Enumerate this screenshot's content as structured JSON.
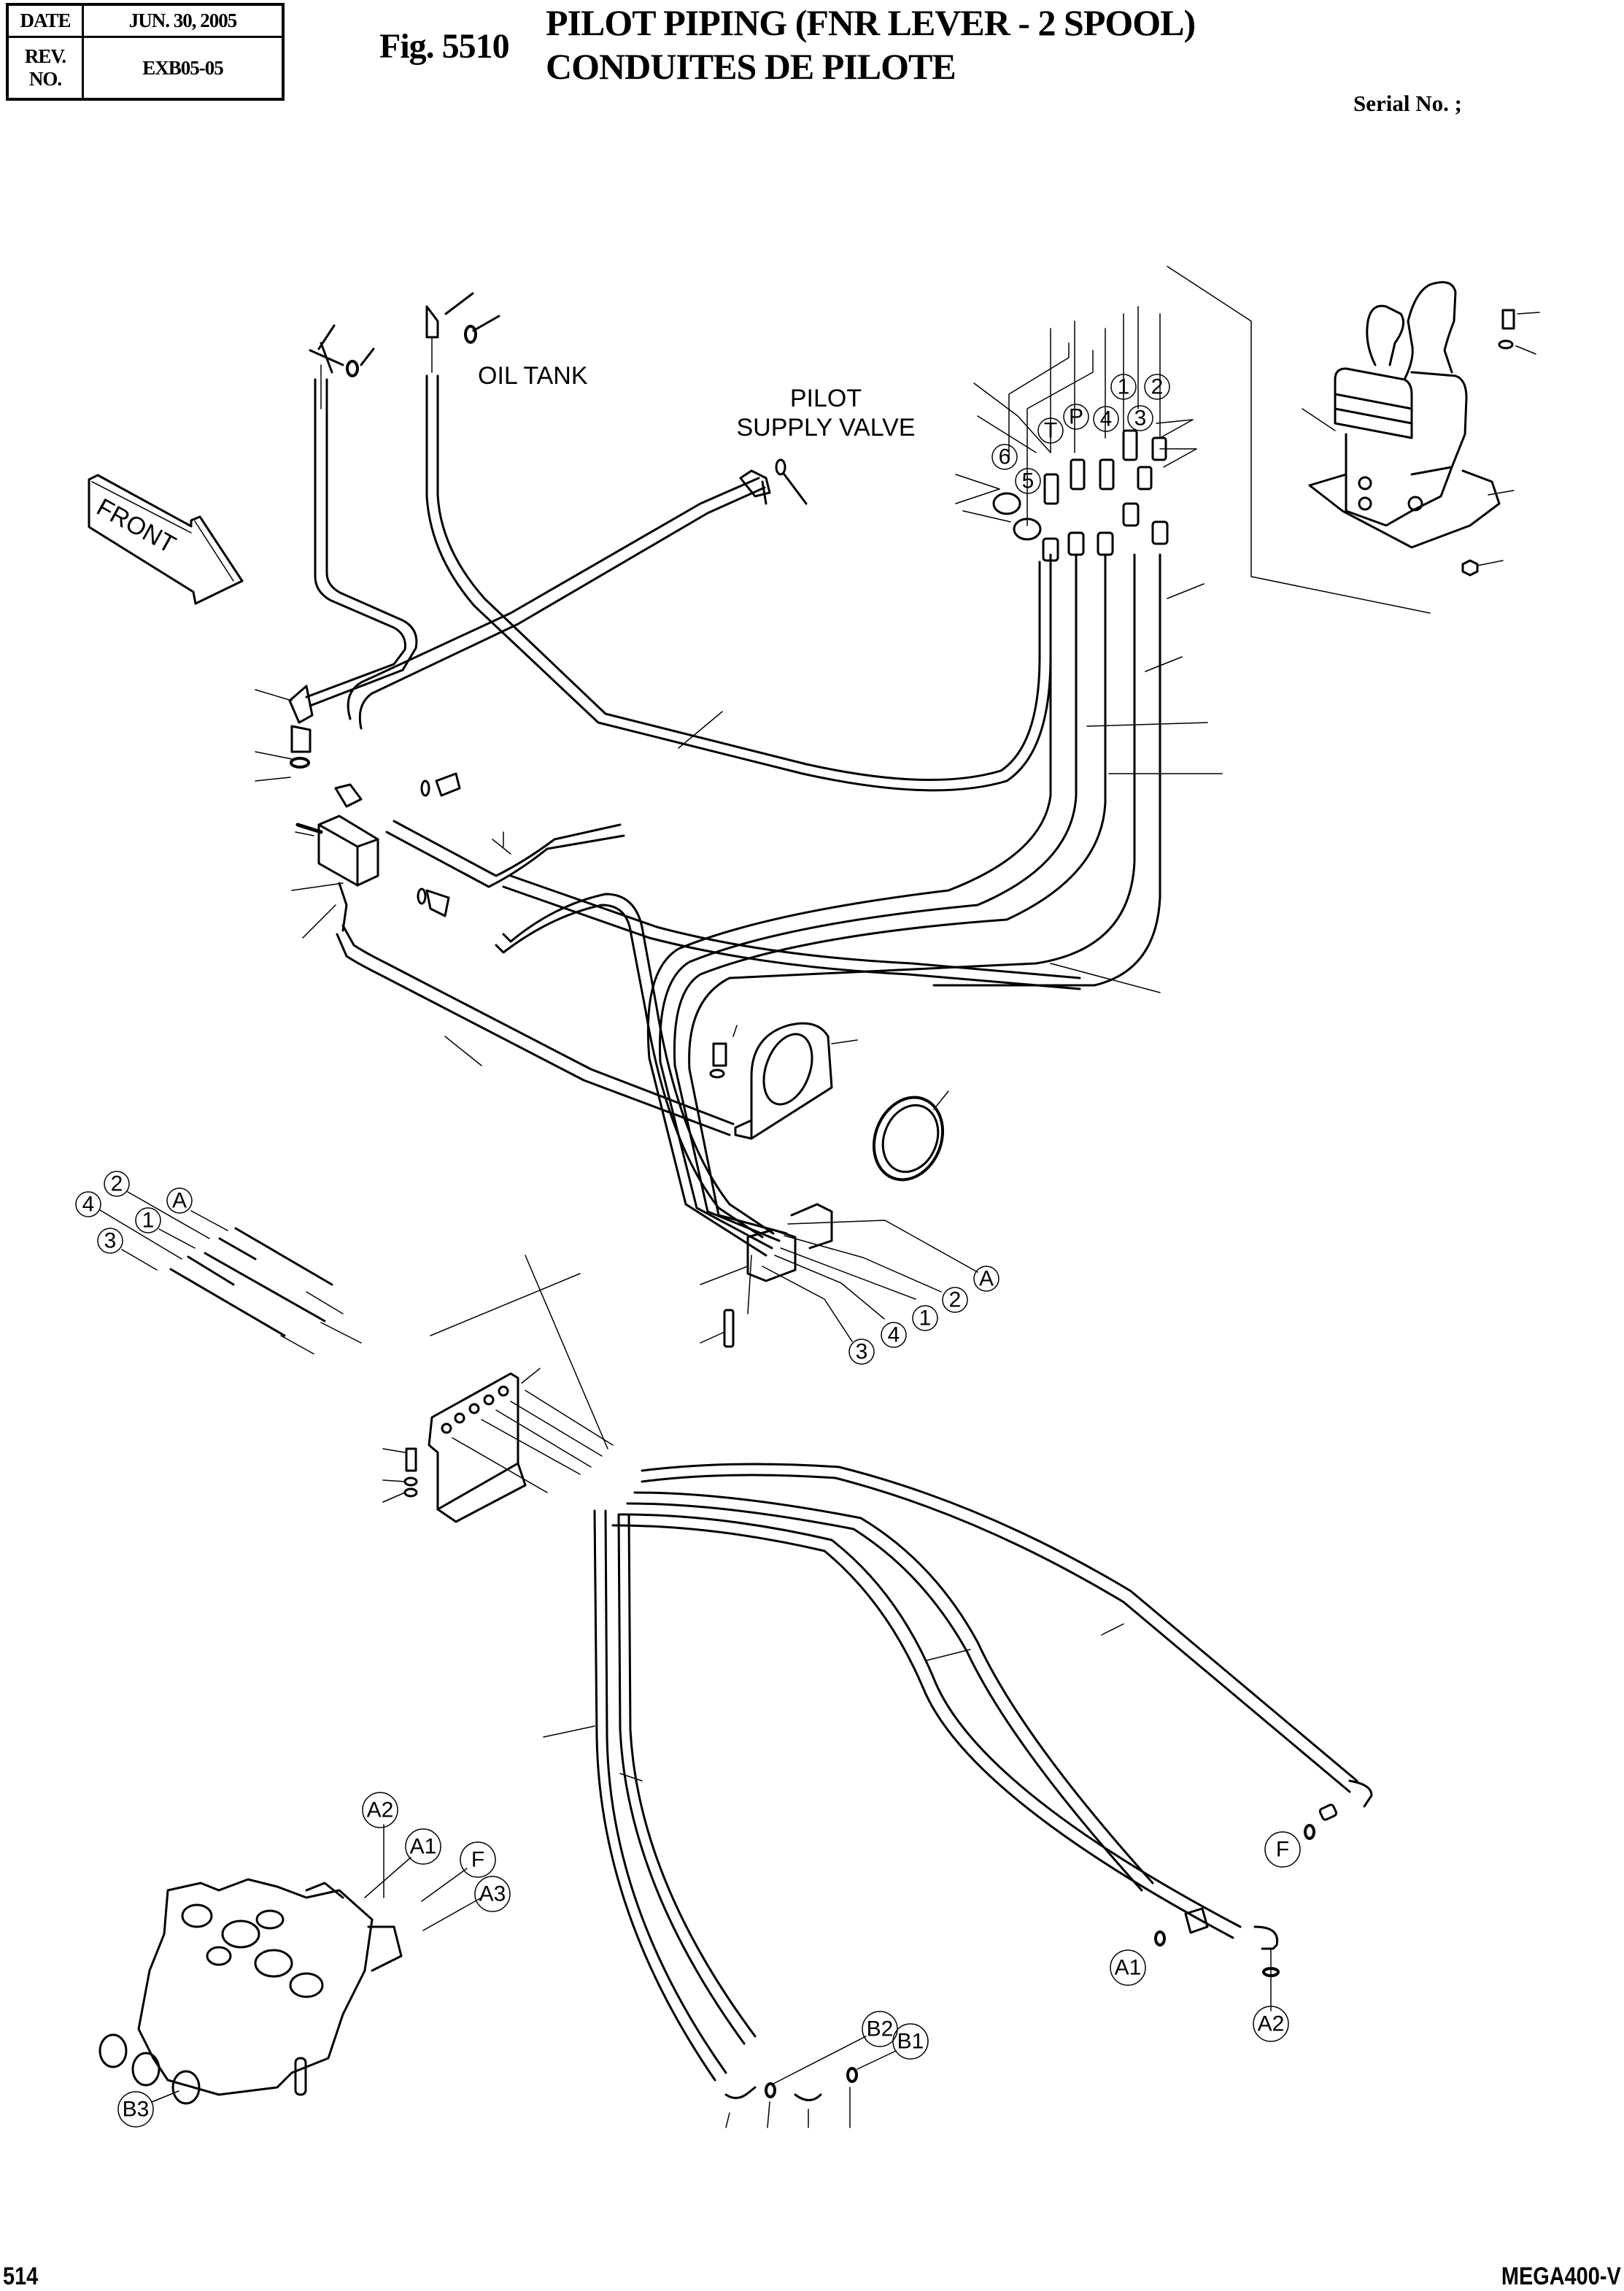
{
  "header": {
    "date_label": "DATE",
    "date_value": "JUN. 30, 2005",
    "rev_label": "REV. NO.",
    "rev_value": "EXB05-05",
    "figure_number": "Fig. 5510",
    "title_en": "PILOT PIPING (FNR LEVER - 2 SPOOL)",
    "title_fr": "CONDUITES DE PILOTE",
    "serial_label": "Serial No. ;"
  },
  "footer": {
    "page_number": "514",
    "model": "MEGA400-V"
  },
  "diagram": {
    "labels": {
      "oil_tank": "OIL TANK",
      "pilot_supply_line1": "PILOT",
      "pilot_supply_line2": "SUPPLY VALVE",
      "front_arrow": "FRONT"
    },
    "lever_port_callouts": [
      "6",
      "5",
      "T",
      "P",
      "4",
      "1",
      "3",
      "2"
    ],
    "clamp_callouts": [
      "A",
      "2",
      "1",
      "4",
      "3"
    ],
    "bracket_hose_callouts": [
      "2",
      "4",
      "1",
      "A",
      "3"
    ],
    "control_valve_callouts": [
      "A2",
      "A1",
      "F",
      "A3",
      "B3"
    ],
    "lower_right_callouts": [
      "F",
      "A1",
      "A2"
    ],
    "lower_center_callouts": [
      "B2",
      "B1"
    ]
  }
}
